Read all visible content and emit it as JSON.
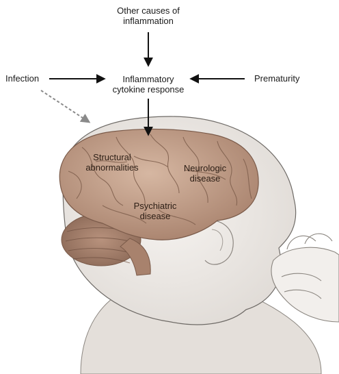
{
  "labels": {
    "other_causes": [
      "Other causes of",
      "inflammation"
    ],
    "infection": "Infection",
    "inflammatory": [
      "Inflammatory",
      "cytokine response"
    ],
    "prematurity": "Prematurity",
    "structural": [
      "Structural",
      "abnormalities"
    ],
    "neurologic": [
      "Neurologic",
      "disease"
    ],
    "psychiatric": [
      "Psychiatric",
      "disease"
    ]
  },
  "colors": {
    "arrow": "#111111",
    "dashed_arrow": "#8a8a8a",
    "brain": "#c4a38e",
    "brain_shadow": "#8f6f5d",
    "skin": "#ece8e4",
    "outline": "#6e6a66"
  }
}
